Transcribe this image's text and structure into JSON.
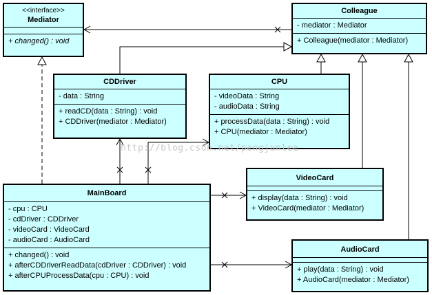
{
  "classes": {
    "mediator": {
      "stereotype": "<<interface>>",
      "name": "Mediator",
      "attributes": [],
      "operations": [
        "+ changed() : void"
      ]
    },
    "colleague": {
      "name": "Colleague",
      "attributes": [
        "- mediator : Mediator"
      ],
      "operations": [
        "+ Colleague(mediator : Mediator)"
      ]
    },
    "cddriver": {
      "name": "CDDriver",
      "attributes": [
        "- data : String"
      ],
      "operations": [
        "+ readCD(data : String) : void",
        "+ CDDriver(mediator : Mediator)"
      ]
    },
    "cpu": {
      "name": "CPU",
      "attributes": [
        "- videoData : String",
        "- audioData : String"
      ],
      "operations": [
        "+ processData(data : String) : void",
        "+ CPU(mediator : Mediator)"
      ]
    },
    "videocard": {
      "name": "VideoCard",
      "attributes": [],
      "operations": [
        "+ display(data : String) : void",
        "+ VideoCard(mediator : Mediator)"
      ]
    },
    "mainboard": {
      "name": "MainBoard",
      "attributes": [
        "- cpu : CPU",
        "- cdDriver : CDDriver",
        "- videoCard : VideoCard",
        "- audioCard : AudioCard"
      ],
      "operations": [
        "+ changed() : void",
        "+ afterCDDriverReadData(cdDriver : CDDriver) : void",
        "+ afterCPUProcessData(cpu : CPU) : void"
      ]
    },
    "audiocard": {
      "name": "AudioCard",
      "attributes": [],
      "operations": [
        "+ play(data : String) : void",
        "+ AudioCard(mediator : Mediator)"
      ]
    }
  },
  "watermark": "http://blog.csdn.net/pengjunlee",
  "colors": {
    "class_fill": "#ccffff",
    "line": "#000000",
    "watermark": "#c8c8c8"
  }
}
